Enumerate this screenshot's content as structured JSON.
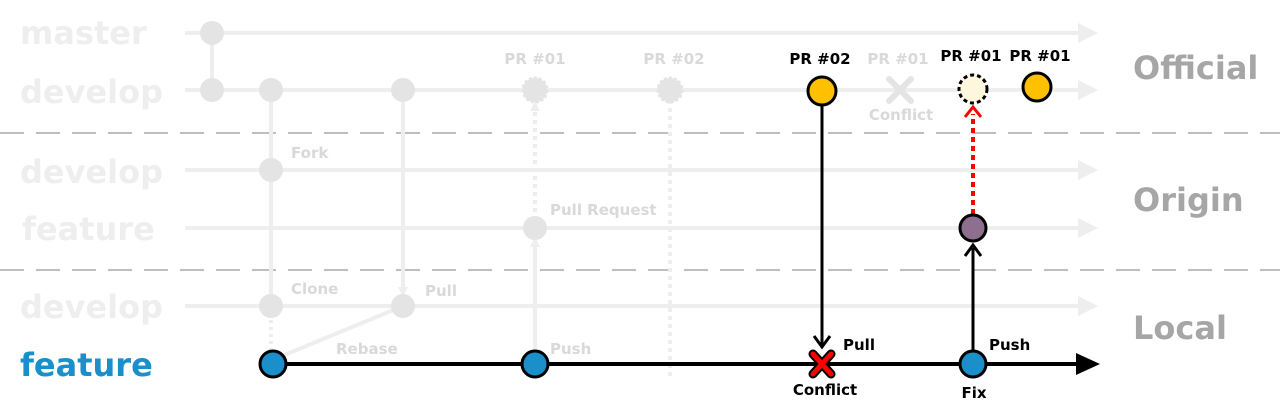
{
  "branches": {
    "master": "master",
    "official_develop": "develop",
    "origin_develop": "develop",
    "origin_feature": "feature",
    "local_develop": "develop",
    "local_feature": "feature"
  },
  "zones": {
    "official": "Official",
    "origin": "Origin",
    "local": "Local"
  },
  "faint_annotations": {
    "pr01_first": "PR #01",
    "pr02_first": "PR #02",
    "pr01_rejected": "PR #01",
    "conflict_official": "Conflict",
    "fork": "Fork",
    "pull_request": "Pull Request",
    "clone": "Clone",
    "pull_first": "Pull",
    "rebase": "Rebase",
    "push_first": "Push"
  },
  "active_annotations": {
    "pr02_merged": "PR #02",
    "pr01_pending": "PR #01",
    "pr01_merged": "PR #01",
    "pull": "Pull",
    "conflict": "Conflict",
    "push": "Push",
    "fix": "Fix"
  },
  "colors": {
    "active_branch": "#1a8fc9",
    "faint_line": "#eeeeee",
    "faint_commit": "#e4e4e4",
    "active_line": "#000000",
    "local_commit": "#1a8fc9",
    "official_commit": "#ffc000",
    "pending_commit": "#fff7dd",
    "origin_commit": "#8f6f8f",
    "conflict_mark": "#ff0000",
    "pr_arrow": "#ff0000",
    "divider": "#bfbfbf",
    "zone_label": "#a6a6a6"
  },
  "icons": [
    "conflict-x-icon",
    "arrow-head-icon"
  ]
}
